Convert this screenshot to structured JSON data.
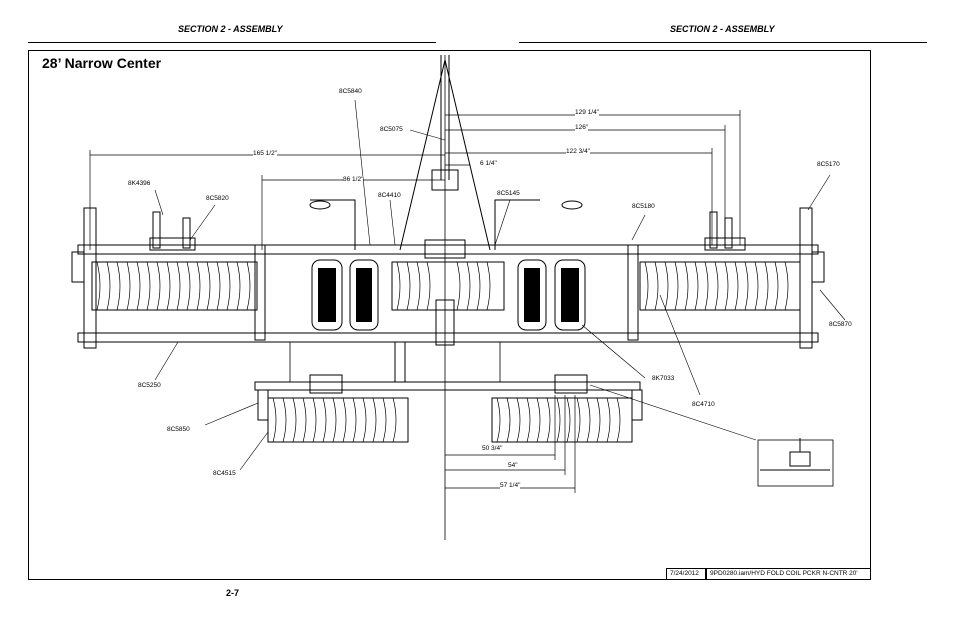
{
  "header": {
    "left": "SECTION 2 - ASSEMBLY",
    "right": "SECTION 2 - ASSEMBLY"
  },
  "title": "28’ Narrow Center",
  "page_number": "2-7",
  "title_block": {
    "date": "7/24/2012",
    "file": "9PD0280.iam/HYD FOLD COIL PCKR N-CNTR 20'"
  },
  "parts": {
    "p1": "8C5840",
    "p2": "8C5075",
    "p3": "8K4396",
    "p4": "8C5820",
    "p5": "8C4410",
    "p6": "8C5145",
    "p7": "8C5180",
    "p8": "8C5170",
    "p9": "8C5870",
    "p10": "8C5250",
    "p11": "8C5850",
    "p12": "8C4515",
    "p13": "8K7033",
    "p14": "8C4710"
  },
  "dimensions": {
    "d1": "129 1/4\"",
    "d2": "126\"",
    "d3": "122 3/4\"",
    "d4": "165 1/2\"",
    "d5": "6 1/4\"",
    "d6": "86 1/2\"",
    "d7": "50 3/4\"",
    "d8": "54\"",
    "d9": "57 1/4\""
  }
}
